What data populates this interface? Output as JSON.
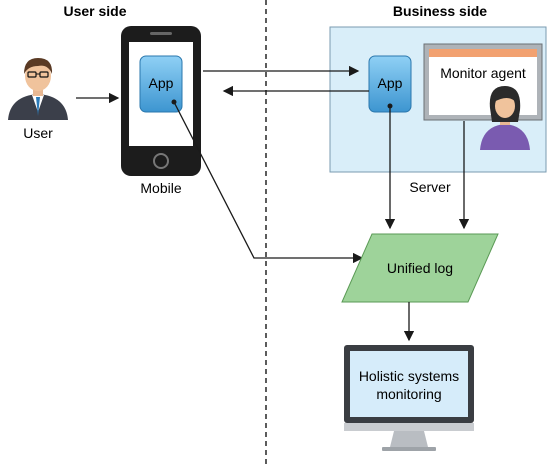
{
  "header": {
    "user_side": "User side",
    "business_side": "Business side"
  },
  "user": {
    "label": "User"
  },
  "mobile": {
    "label": "Mobile",
    "app_label": "App"
  },
  "server": {
    "label": "Server",
    "app_label": "App",
    "monitor_agent_label": "Monitor agent"
  },
  "unified_log": {
    "label": "Unified log"
  },
  "monitoring": {
    "line1": "Holistic systems",
    "line2": "monitoring"
  },
  "colors": {
    "app_blue": "#5ab0e0",
    "server_bg": "#d9eef9",
    "log_green": "#9ed39a",
    "monitor_agent_bar": "#f2a170",
    "screen_blue": "#d6ecfa"
  }
}
